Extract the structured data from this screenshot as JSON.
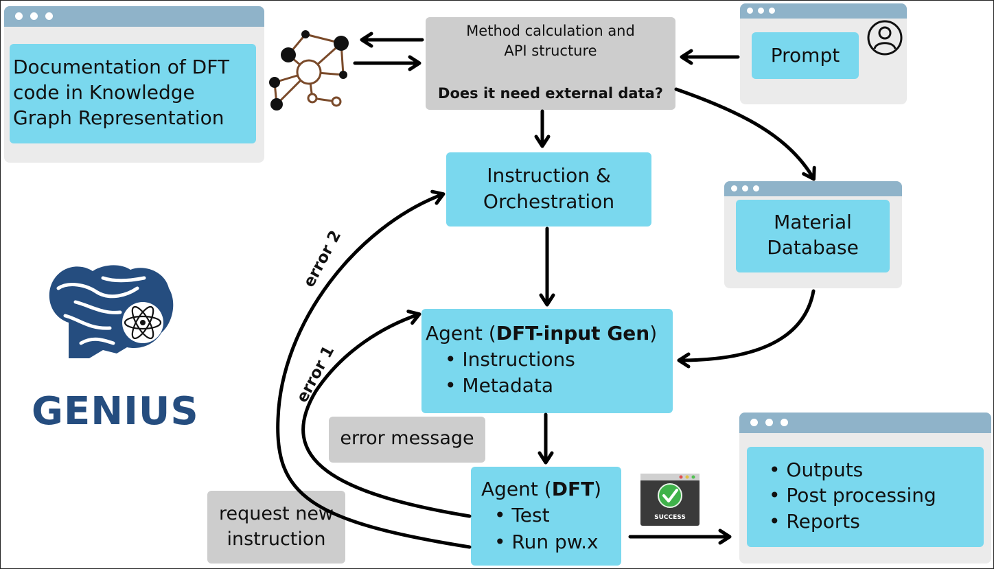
{
  "documentation": {
    "lines": [
      "Documentation of DFT",
      "code in Knowledge",
      "Graph Representation"
    ]
  },
  "method": {
    "line1": "Method calculation and",
    "line2": "API structure",
    "question": "Does it need external data?"
  },
  "prompt": {
    "label": "Prompt"
  },
  "instruction": {
    "line1": "Instruction &",
    "line2": "Orchestration"
  },
  "material_db": {
    "line1": "Material",
    "line2": "Database"
  },
  "agent_input": {
    "prefix": "Agent (",
    "bold": "DFT-input Gen",
    "suffix": ")",
    "items": [
      "Instructions",
      "Metadata"
    ]
  },
  "agent_dft": {
    "prefix": "Agent (",
    "bold": "DFT",
    "suffix": ")",
    "items": [
      "Test",
      "Run pw.x"
    ]
  },
  "outputs": {
    "items": [
      "Outputs",
      "Post processing",
      "Reports"
    ]
  },
  "error_message": "error message",
  "request_new": {
    "line1": "request new",
    "line2": "instruction"
  },
  "error1": "error 1",
  "error2": "error 2",
  "success_badge": "SUCCESS",
  "logo": {
    "text": "GENIUS",
    "color": "#254d7f"
  },
  "colors": {
    "cyan": "#7ad8ee",
    "window_bar": "#8fb3c9",
    "window_body": "#ebebeb",
    "gray_box": "#cdcdcd",
    "graph_link": "#7a4a2a"
  }
}
